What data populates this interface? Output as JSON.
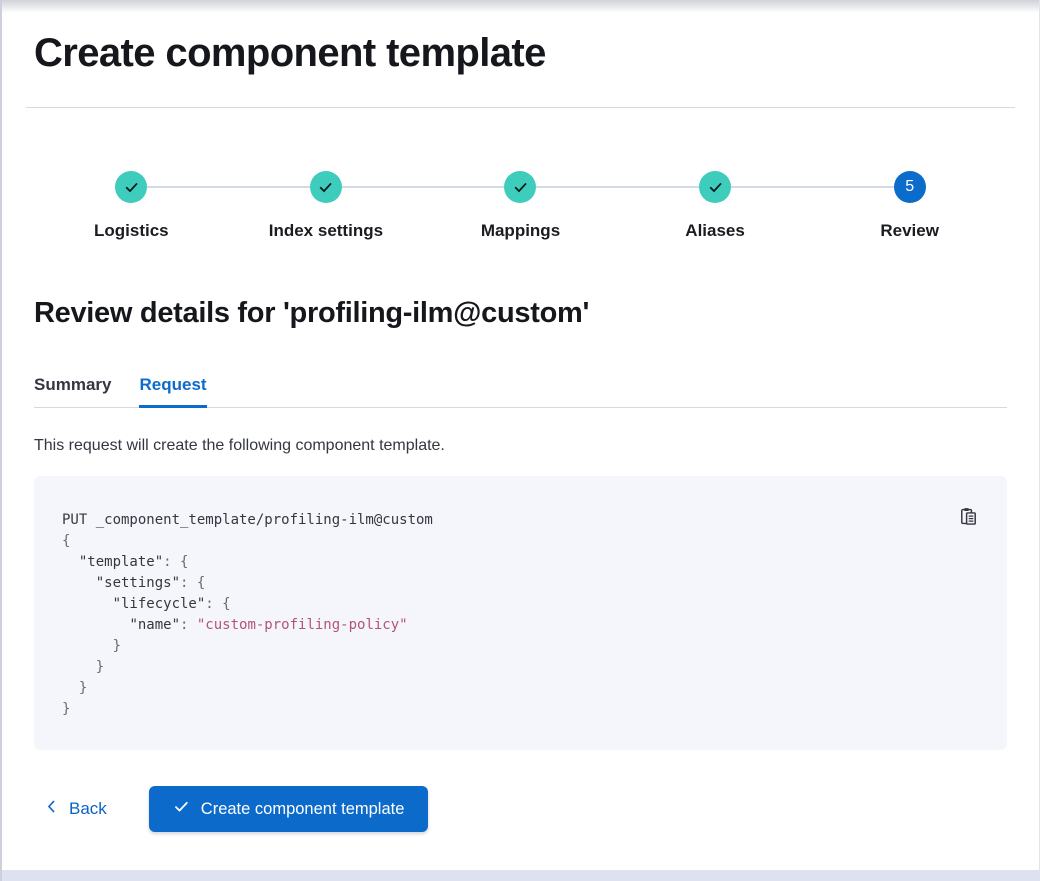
{
  "page": {
    "title": "Create component template"
  },
  "stepper": {
    "steps": [
      {
        "label": "Logistics",
        "status": "complete"
      },
      {
        "label": "Index settings",
        "status": "complete"
      },
      {
        "label": "Mappings",
        "status": "complete"
      },
      {
        "label": "Aliases",
        "status": "complete"
      },
      {
        "label": "Review",
        "status": "current",
        "number": "5"
      }
    ]
  },
  "review": {
    "heading": "Review details for 'profiling-ilm@custom'",
    "tabs": [
      {
        "label": "Summary",
        "active": false
      },
      {
        "label": "Request",
        "active": true
      }
    ],
    "description": "This request will create the following component template."
  },
  "code_block": {
    "copy_icon": "copy-clipboard-icon",
    "lines": [
      [
        {
          "text": "PUT _component_template/profiling-ilm@custom",
          "type": "plain"
        }
      ],
      [
        {
          "text": "{",
          "type": "punct"
        }
      ],
      [
        {
          "text": "  ",
          "type": "plain"
        },
        {
          "text": "\"template\"",
          "type": "key"
        },
        {
          "text": ": ",
          "type": "punct"
        },
        {
          "text": "{",
          "type": "punct"
        }
      ],
      [
        {
          "text": "    ",
          "type": "plain"
        },
        {
          "text": "\"settings\"",
          "type": "key"
        },
        {
          "text": ": ",
          "type": "punct"
        },
        {
          "text": "{",
          "type": "punct"
        }
      ],
      [
        {
          "text": "      ",
          "type": "plain"
        },
        {
          "text": "\"lifecycle\"",
          "type": "key"
        },
        {
          "text": ": ",
          "type": "punct"
        },
        {
          "text": "{",
          "type": "punct"
        }
      ],
      [
        {
          "text": "        ",
          "type": "plain"
        },
        {
          "text": "\"name\"",
          "type": "key"
        },
        {
          "text": ": ",
          "type": "punct"
        },
        {
          "text": "\"custom-profiling-policy\"",
          "type": "string"
        }
      ],
      [
        {
          "text": "      }",
          "type": "punct"
        }
      ],
      [
        {
          "text": "    }",
          "type": "punct"
        }
      ],
      [
        {
          "text": "  }",
          "type": "punct"
        }
      ],
      [
        {
          "text": "}",
          "type": "punct"
        }
      ]
    ]
  },
  "footer": {
    "back_label": "Back",
    "submit_label": "Create component template"
  },
  "colors": {
    "step_complete": "#3ecdbd",
    "step_current": "#0b6ccb",
    "primary_button": "#0c6bca",
    "link": "#0c63c6",
    "code_background": "#f4f6fb",
    "code_string": "#b5527e",
    "divider": "#d3dae6"
  }
}
